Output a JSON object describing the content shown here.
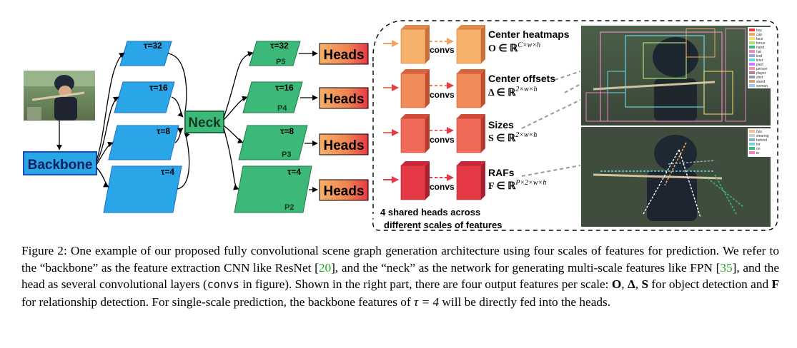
{
  "figure": {
    "backbone_label": "Backbone",
    "neck_label": "Neck",
    "heads_label": "Heads",
    "backbone_scales": [
      "τ=32",
      "τ=16",
      "τ=8",
      "τ=4"
    ],
    "neck_scales": [
      "τ=32",
      "τ=16",
      "τ=8",
      "τ=4"
    ],
    "neck_levels": [
      "P5",
      "P4",
      "P3",
      "P2"
    ],
    "convs_label": "convs",
    "outputs": [
      {
        "name": "Center heatmaps",
        "formula": "O ∈ ℝ",
        "sup": "C×w×h"
      },
      {
        "name": "Center offsets",
        "formula": "Δ ∈ ℝ",
        "sup": "2×w×h"
      },
      {
        "name": "Sizes",
        "formula": "S ∈ ℝ",
        "sup": "2×w×h"
      },
      {
        "name": "RAFs",
        "formula": "F ∈ ℝ",
        "sup": "P×2×w×h"
      }
    ],
    "shared_heads_note": [
      "4 shared heads across",
      "different scales of features"
    ],
    "object_legend": [
      "boy",
      "cap",
      "face",
      "fence",
      "hand",
      "hat",
      "leaf",
      "liner",
      "pant",
      "person",
      "player",
      "shirt",
      "stand",
      "woman"
    ],
    "relation_legend": [
      "has",
      "wearing",
      "behind",
      "for",
      "on",
      "in"
    ],
    "colors": {
      "backbone_blue": "#2aa5e8",
      "neck_green": "#3cb878",
      "head_orange": "#f4a261",
      "head_red": "#e63946"
    }
  },
  "caption": {
    "label": "Figure 2:",
    "t1": " One example of our proposed fully convolutional scene graph generation architecture using four scales of features for prediction. We refer to the “backbone” as the feature extraction CNN like ResNet [",
    "ref1": "20",
    "t2": "], and the “neck” as the network for generating multi-scale features like FPN [",
    "ref2": "35",
    "t3": "], and the head as several convolutional layers (",
    "convs": "convs",
    "t4": " in figure). Shown in the right part, there are four output features per scale: ",
    "O": "O",
    "c1": ", ",
    "D": "Δ",
    "c2": ", ",
    "S": "S",
    "t5": " for object detection and ",
    "F": "F",
    "t6": " for relationship detection. For single-scale prediction, the backbone features of ",
    "tau": "τ = 4",
    "t7": " will be directly fed into the heads."
  }
}
